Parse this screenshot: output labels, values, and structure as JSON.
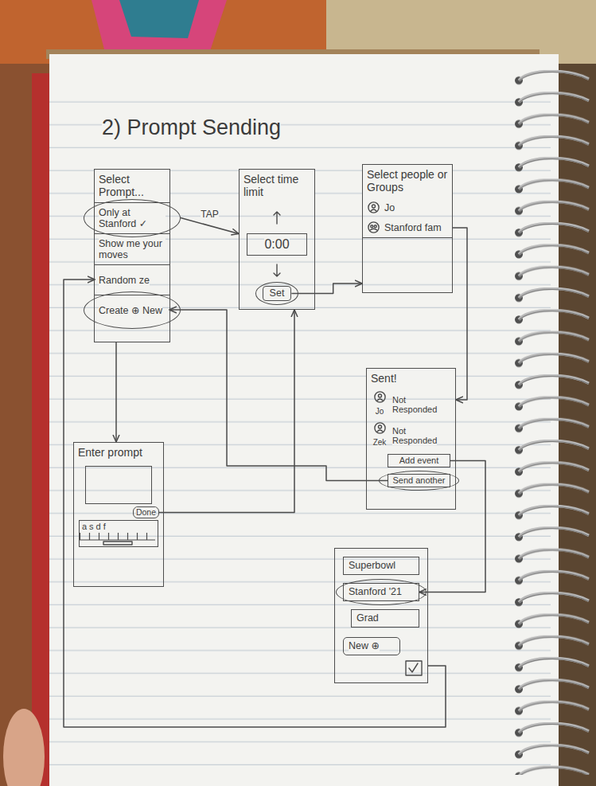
{
  "diagram": {
    "title": "2) Prompt Sending",
    "nodes": [
      {
        "text": [
          "Select Prompt..."
        ]
      },
      {
        "text": [
          "Only at Stanford ✓"
        ],
        "in": 0
      },
      {
        "text": [
          "Show me your moves"
        ],
        "in": 0
      },
      {
        "text": [
          "Random ze"
        ],
        "in": 0
      },
      {
        "text": [
          "Create ⊕ New"
        ],
        "in": 0
      },
      {
        "text": [
          "Select time limit"
        ]
      },
      {
        "text": [
          "0:00"
        ],
        "in": 5
      },
      {
        "text": [
          "Set"
        ],
        "in": 5
      },
      {
        "text": [
          "Select people or Groups"
        ]
      },
      {
        "text": [
          "Jo"
        ],
        "in": 8
      },
      {
        "text": [
          "Stanford fam"
        ],
        "in": 8
      },
      {
        "text": [
          "Sent!"
        ]
      },
      {
        "text": [
          "Add event"
        ],
        "in": 11
      },
      {
        "text": [
          "Send another"
        ],
        "in": 11
      },
      {
        "text": [
          "Enter prompt"
        ]
      },
      {
        "text": [
          "Done"
        ],
        "in": 14
      },
      {
        "text": []
      },
      {
        "text": [
          "Superbowl"
        ],
        "in": 16
      },
      {
        "text": [
          "Stanford '21"
        ],
        "in": 16
      },
      {
        "text": [
          "Grad"
        ],
        "in": 16
      },
      {
        "text": [
          "New ⊕"
        ],
        "in": 16
      }
    ],
    "edges": [
      {
        "from": 1,
        "to": 5,
        "label": "TAP",
        "arrow": "to"
      },
      {
        "from": 7,
        "to": 8,
        "arrow": "to"
      },
      {
        "from": 10,
        "to": 11,
        "arrow": "to"
      },
      {
        "from": 13,
        "to": 4,
        "arrow": "to"
      },
      {
        "from": 0,
        "to": 14,
        "arrow": "to"
      },
      {
        "from": 15,
        "to": 5,
        "arrow": "to"
      },
      {
        "from": 12,
        "to": 18,
        "arrow": "to"
      },
      {
        "from": 16,
        "to": 3,
        "arrow": "to"
      }
    ],
    "labels": [
      "Jo",
      "Not Responded",
      "Zek",
      "Not Responded",
      "asdf"
    ]
  }
}
